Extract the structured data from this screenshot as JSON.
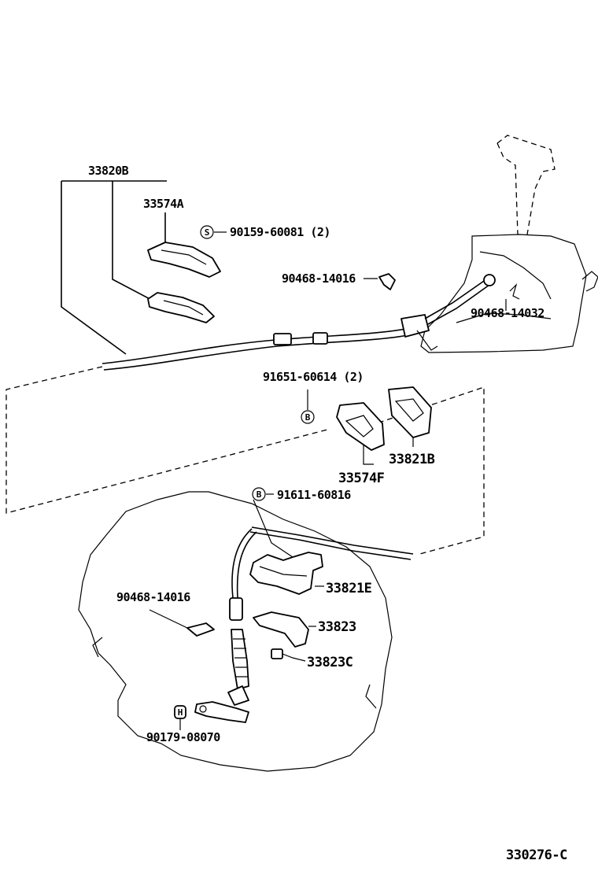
{
  "labels": {
    "cable_assy": "33820B",
    "retainer_a": "33574A",
    "screw": "90159-60081 (2)",
    "clip_upper": "90468-14016",
    "clip_lever": "90468-14032",
    "bolt_b": "91651-60614 (2)",
    "grommet_b": "33821B",
    "grommet_f": "33574F",
    "bolt_e": "91611-60816",
    "bracket_e": "33821E",
    "clip_lower": "90468-14016",
    "bracket": "33823",
    "bracket_c": "33823C",
    "nut": "90179-08070",
    "figure_number": "330276-C"
  },
  "marks": {
    "screw_symbol": "S",
    "bolt_symbol": "B",
    "nut_symbol": "H"
  }
}
